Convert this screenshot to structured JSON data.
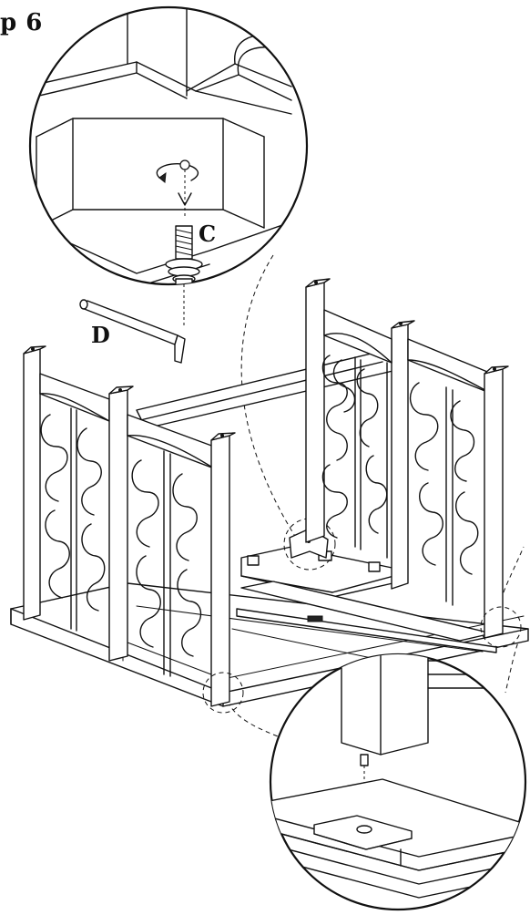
{
  "step": {
    "title": "p 6"
  },
  "callouts": {
    "screw_label": "C",
    "wrench_label": "D"
  }
}
